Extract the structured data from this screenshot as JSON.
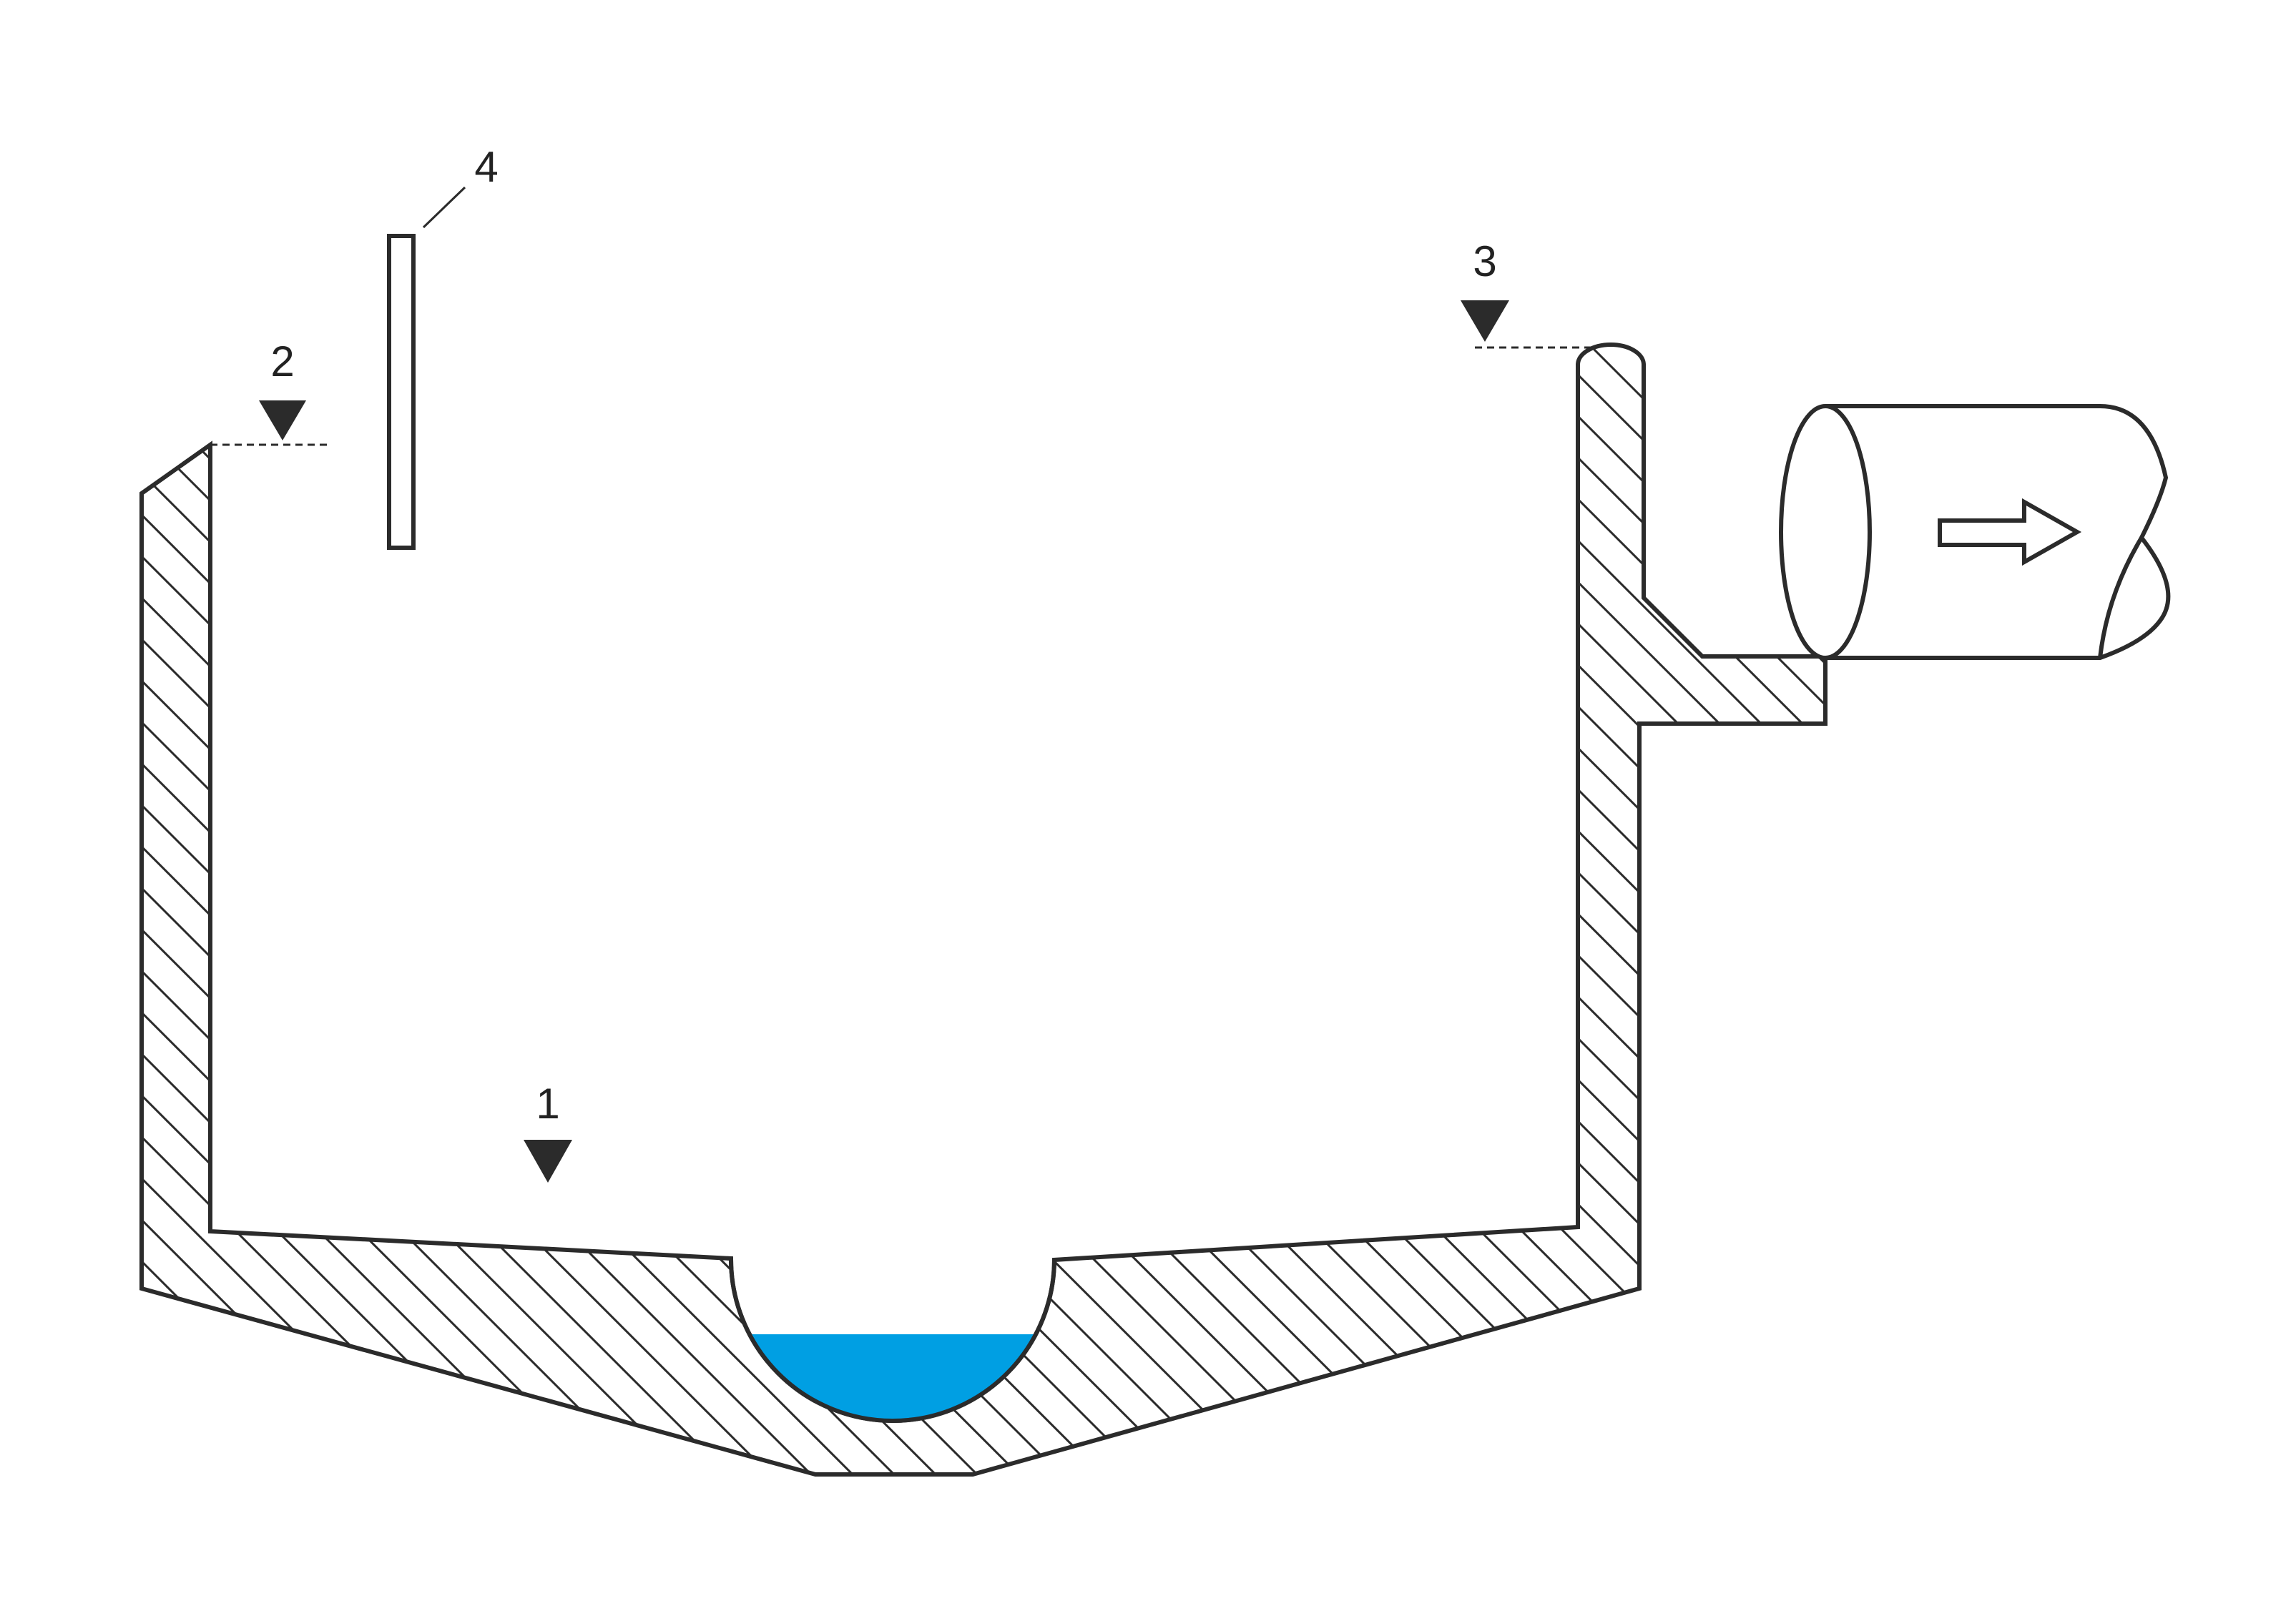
{
  "diagram": {
    "labels": {
      "bottom_level": "1",
      "left_rim_level": "2",
      "right_rim_level": "3",
      "rod": "4"
    }
  },
  "colors": {
    "outline": "#2b2b2b",
    "hatch": "#2b2b2b",
    "liquid": "#009fe3",
    "marker": "#2b2b2b",
    "background": "#ffffff"
  }
}
